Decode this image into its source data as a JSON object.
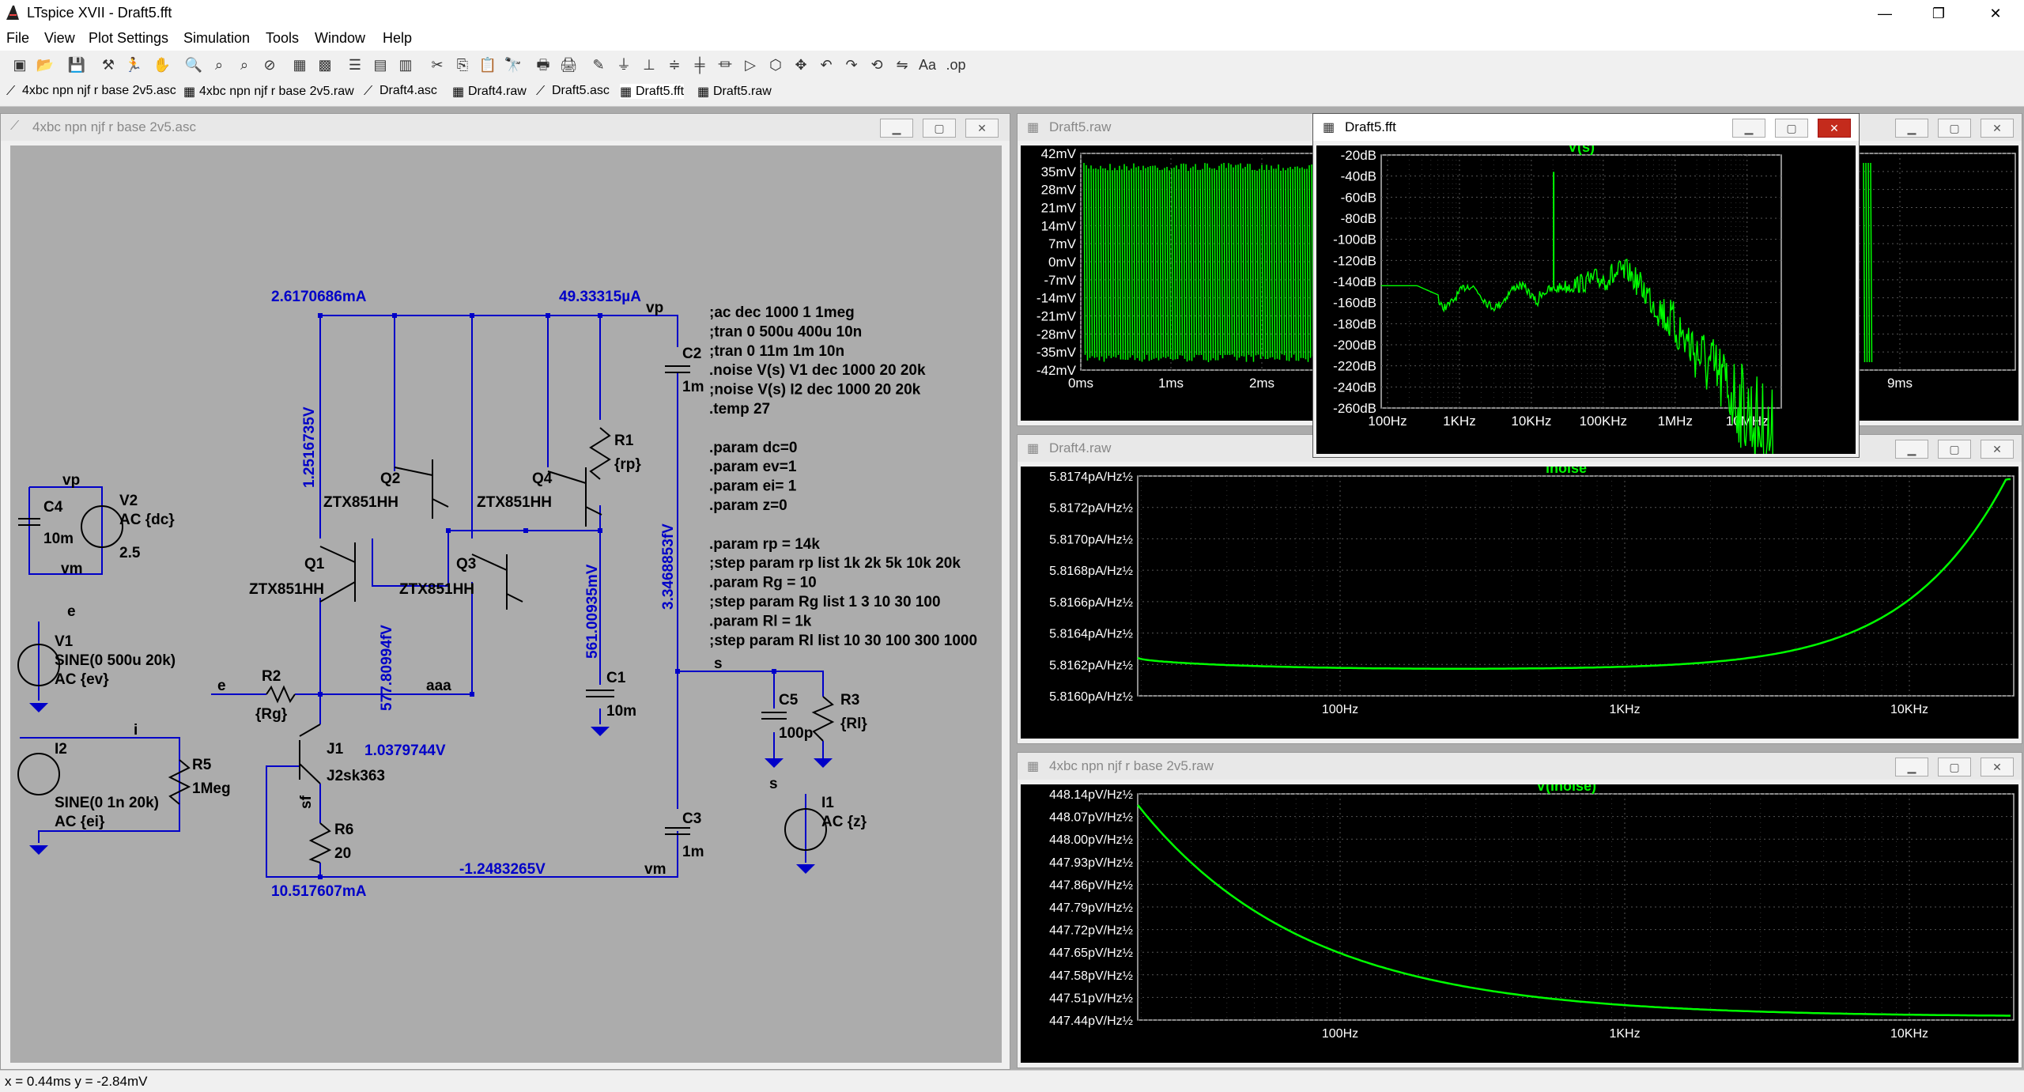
{
  "app": {
    "title": "LTspice XVII - Draft5.fft"
  },
  "window_controls": {
    "minimize": "—",
    "maximize": "❐",
    "close": "✕"
  },
  "menu": [
    "File",
    "View",
    "Plot Settings",
    "Simulation",
    "Tools",
    "Window",
    "Help"
  ],
  "tabs": [
    {
      "label": "4xbc npn njf r base 2v5.asc",
      "icon": "schematic-icon"
    },
    {
      "label": "4xbc npn njf r base 2v5.raw",
      "icon": "waveform-icon"
    },
    {
      "label": "Draft4.asc",
      "icon": "schematic-icon"
    },
    {
      "label": "Draft4.raw",
      "icon": "waveform-icon"
    },
    {
      "label": "Draft5.asc",
      "icon": "schematic-icon"
    },
    {
      "label": "Draft5.fft",
      "icon": "waveform-icon"
    },
    {
      "label": "Draft5.raw",
      "icon": "waveform-icon"
    }
  ],
  "schematic": {
    "title": "4xbc npn njf r base 2v5.asc",
    "labels": {
      "vp_node": "vp",
      "vm_node": "vm",
      "e_node": "e",
      "i_node": "i",
      "s_node": "s",
      "aaa_node": "aaa",
      "q1": "Q1",
      "q2": "Q2",
      "q3": "Q3",
      "q4": "Q4",
      "ztx": "ZTX851HH",
      "c1": "C1",
      "c1v": "10m",
      "c2": "C2",
      "c2v": "1m",
      "c3": "C3",
      "c3v": "1m",
      "c4": "C4",
      "c4v": "10m",
      "c5": "C5",
      "c5v": "100p",
      "r1": "R1",
      "r1v": "{rp}",
      "r2": "R2",
      "r2v": "{Rg}",
      "r3": "R3",
      "r3v": "{Rl}",
      "r5": "R5",
      "r5v": "1Meg",
      "r6": "R6",
      "r6v": "20",
      "v1": "V1",
      "v1a": "SINE(0 500u 20k)",
      "v1b": "AC {ev}",
      "v2": "V2",
      "v2a": "AC {dc}",
      "v2b": "2.5",
      "i1": "I1",
      "i1a": "AC {z}",
      "i2": "I2",
      "i2a": "SINE(0 1n 20k)",
      "i2b": "AC {ei}",
      "j1": "J1",
      "j1m": "J2sk363",
      "sf": "sf"
    },
    "annotations": {
      "i_top": "2.6170686mA",
      "i_vp": "49.33315µA",
      "v_q1c": "1.2516735V",
      "v_aaa": "577.80994fV",
      "v_c1": "561.00935mV",
      "v_c2": "3.3468853fV",
      "v_j1": "1.0379744V",
      "v_vm": "-1.2483265V",
      "i_bot": "10.517607mA"
    },
    "directives": [
      ";ac dec 1000 1 1meg",
      ";tran 0 500u 400u 10n",
      ";tran 0 11m 1m 10n",
      ".noise V(s) V1 dec 1000 20 20k",
      ";noise V(s) I2 dec 1000 20 20k",
      ".temp 27",
      "",
      ".param dc=0",
      ".param ev=1",
      ".param ei= 1",
      ".param z=0",
      "",
      ".param rp = 14k",
      ";step param rp list 1k 2k 5k 10k 20k",
      ".param Rg = 10",
      ";step param Rg list 1 3 10 30 100",
      ".param Rl = 1k",
      ";step param Rl list 10 30 100 300 1000"
    ]
  },
  "draft5_raw": {
    "title": "Draft5.raw",
    "y_ticks": [
      "42mV",
      "35mV",
      "28mV",
      "21mV",
      "14mV",
      "7mV",
      "0mV",
      "-7mV",
      "-14mV",
      "-21mV",
      "-28mV",
      "-35mV",
      "-42mV"
    ],
    "x_ticks": [
      "0ms",
      "1ms",
      "2ms",
      "9ms"
    ]
  },
  "draft5_fft": {
    "title": "Draft5.fft",
    "trace": "V(s)",
    "y_ticks": [
      "-20dB",
      "-40dB",
      "-60dB",
      "-80dB",
      "-100dB",
      "-120dB",
      "-140dB",
      "-160dB",
      "-180dB",
      "-200dB",
      "-220dB",
      "-240dB",
      "-260dB"
    ],
    "x_ticks": [
      "100Hz",
      "1KHz",
      "10KHz",
      "100KHz",
      "1MHz",
      "10MHz"
    ]
  },
  "draft4_raw": {
    "title": "Draft4.raw",
    "trace": "inoise",
    "y_ticks": [
      "5.8174pA/Hz½",
      "5.8172pA/Hz½",
      "5.8170pA/Hz½",
      "5.8168pA/Hz½",
      "5.8166pA/Hz½",
      "5.8164pA/Hz½",
      "5.8162pA/Hz½",
      "5.8160pA/Hz½"
    ],
    "x_ticks": [
      "100Hz",
      "1KHz",
      "10KHz"
    ]
  },
  "noise_raw": {
    "title": "4xbc npn njf r base 2v5.raw",
    "trace": "V(inoise)",
    "y_ticks": [
      "448.14pV/Hz½",
      "448.07pV/Hz½",
      "448.00pV/Hz½",
      "447.93pV/Hz½",
      "447.86pV/Hz½",
      "447.79pV/Hz½",
      "447.72pV/Hz½",
      "447.65pV/Hz½",
      "447.58pV/Hz½",
      "447.51pV/Hz½",
      "447.44pV/Hz½"
    ],
    "x_ticks": [
      "100Hz",
      "1KHz",
      "10KHz"
    ]
  },
  "colors": {
    "trace": "#00ff00",
    "wire": "#0000c8",
    "component": "#000000",
    "plot_bg": "#000000",
    "schematic_bg": "#acacac"
  },
  "status": {
    "coords": "x = 0.44ms    y = -2.84mV"
  }
}
